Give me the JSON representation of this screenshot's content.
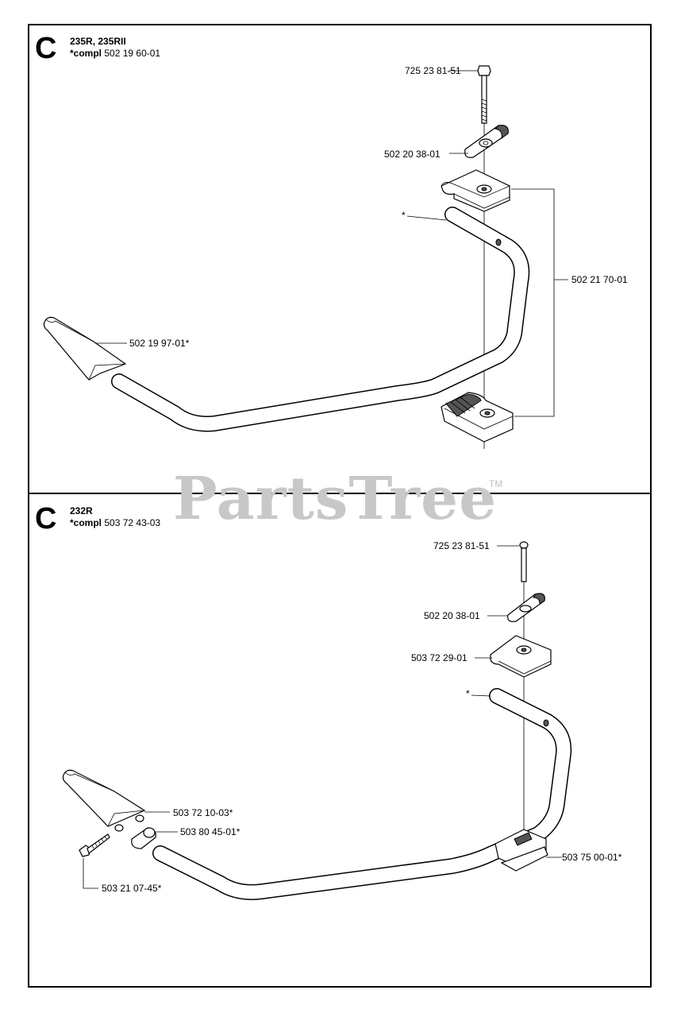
{
  "watermark": {
    "text": "PartsTree",
    "tm": "TM"
  },
  "sections": [
    {
      "letter": "C",
      "models": "235R, 235RII",
      "compl_label": "*compl",
      "compl_number": "502 19 60-01",
      "parts": {
        "bolt": "725 23 81-51",
        "knob": "502 20 38-01",
        "clamp_set": "502 21 70-01",
        "grip": "502 19 97-01*",
        "handle": "*"
      }
    },
    {
      "letter": "C",
      "models": "232R",
      "compl_label": "*compl",
      "compl_number": "503 72 43-03",
      "parts": {
        "bolt": "725 23 81-51",
        "knob": "502 20 38-01",
        "clamp_top": "503 72 29-01",
        "handle": "*",
        "grip": "503 72 10-03*",
        "sleeve": "503 80 45-01*",
        "screw": "503 21 07-45*",
        "clamp_bottom": "503 75 00-01*"
      }
    }
  ]
}
